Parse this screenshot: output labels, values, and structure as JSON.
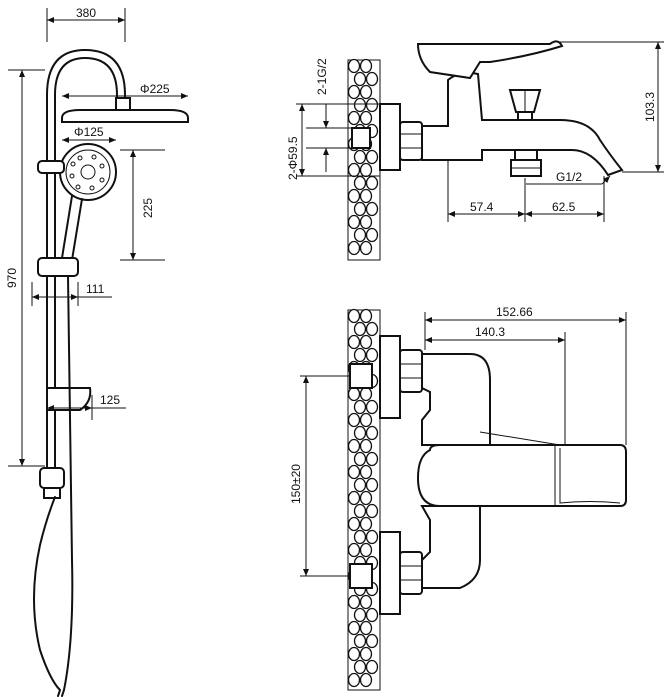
{
  "shower_column": {
    "dim_width_top": "380",
    "dim_rain_head": "Φ225",
    "dim_hand_shower": "Φ125",
    "dim_head_spacing": "225",
    "dim_height": "970",
    "dim_holder": "111",
    "dim_soap_dish": "125"
  },
  "mixer_side": {
    "dim_inlet_thread": "2-1G/2",
    "dim_inlet_dia": "2-Φ59.5",
    "dim_height": "103.3",
    "dim_outlet_thread": "G1/2",
    "dim_body_depth": "57.4",
    "dim_spout_reach": "62.5"
  },
  "mixer_top": {
    "dim_total_length": "152.66",
    "dim_lever_length": "140.3",
    "dim_centers": "150±20"
  }
}
